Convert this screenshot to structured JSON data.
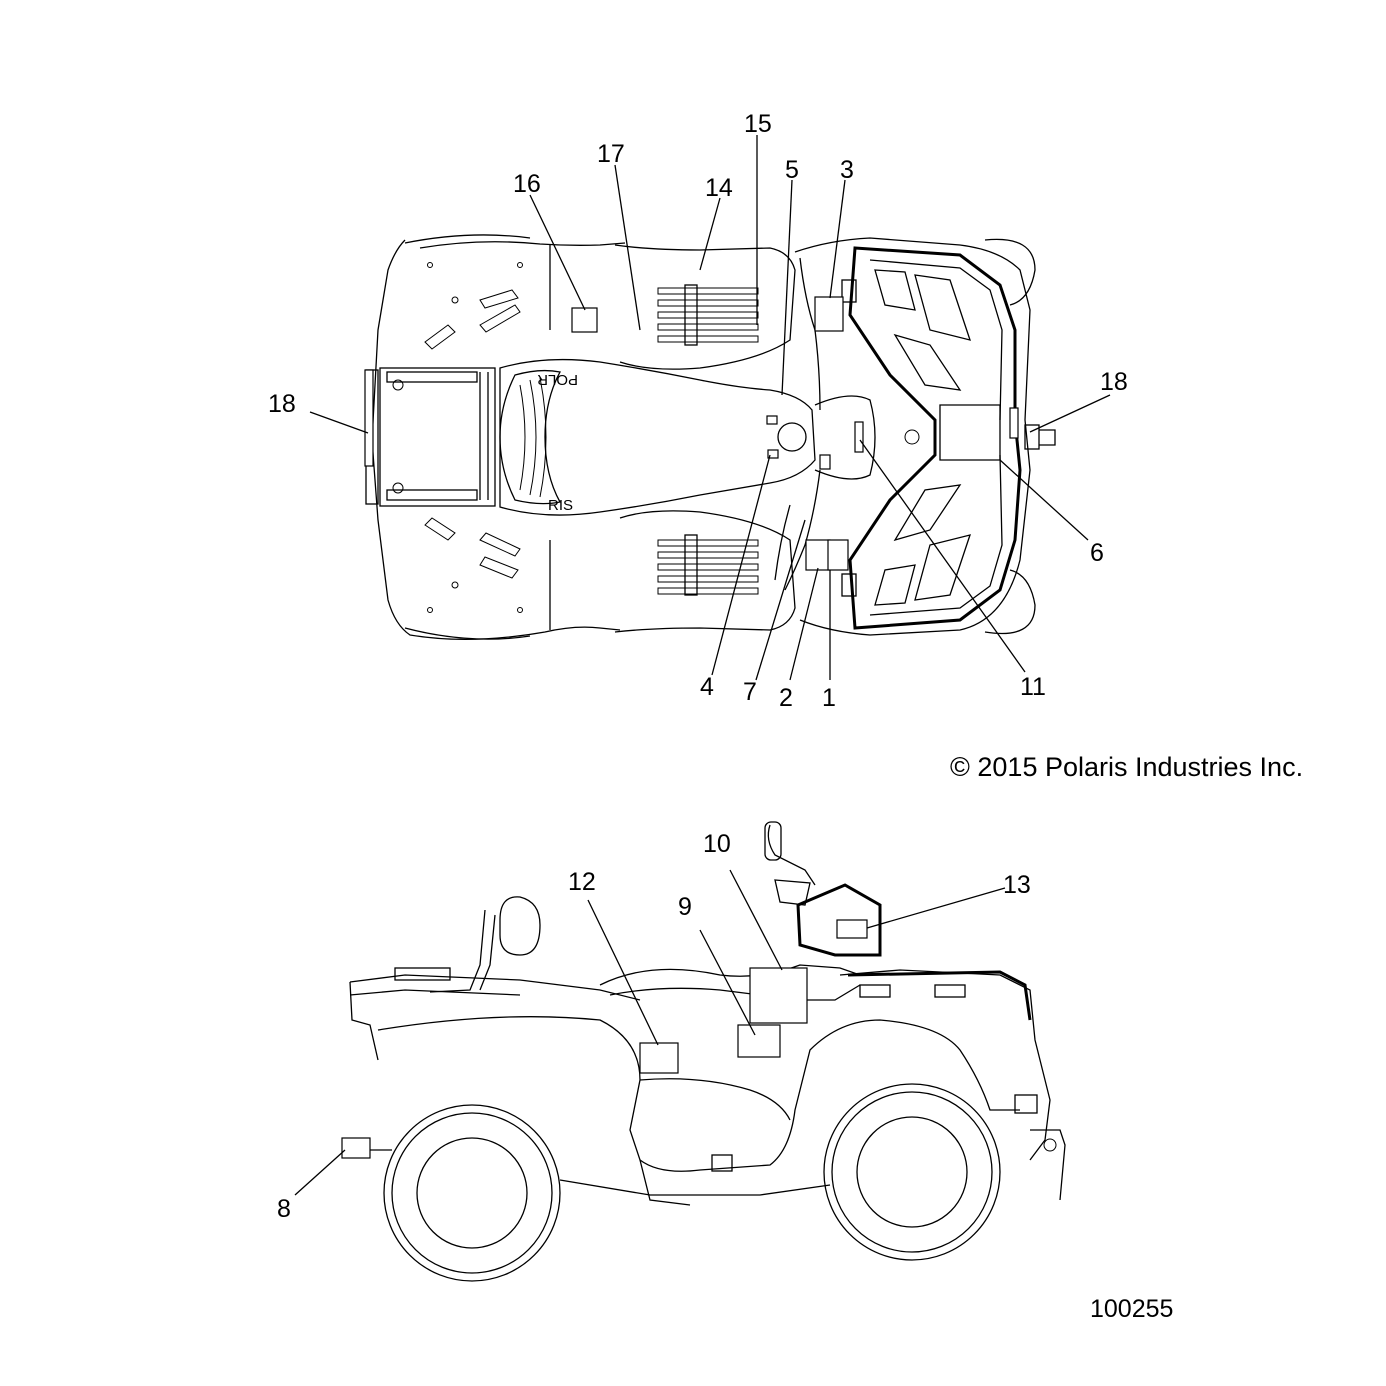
{
  "copyright": "© 2015 Polaris Industries Inc.",
  "figure_number": "100255",
  "brand_text_top": "POLR",
  "brand_text_bottom": "RIS",
  "callouts": {
    "c1": "1",
    "c2": "2",
    "c3": "3",
    "c4": "4",
    "c5": "5",
    "c6": "6",
    "c7": "7",
    "c8": "8",
    "c9": "9",
    "c10": "10",
    "c11": "11",
    "c12": "12",
    "c13": "13",
    "c14": "14",
    "c15": "15",
    "c16": "16",
    "c17": "17",
    "c18_left": "18",
    "c18_right": "18"
  }
}
